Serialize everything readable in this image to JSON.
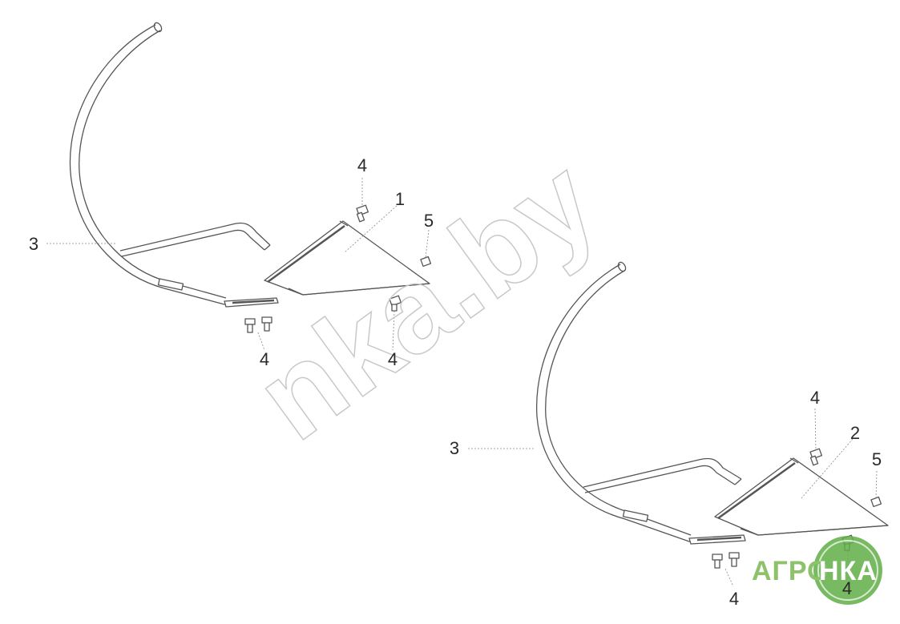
{
  "callouts": {
    "a_part1": "1",
    "a_part3": "3",
    "a_part4_top": "4",
    "a_part4_bottom_left": "4",
    "a_part4_bottom_right": "4",
    "a_part5": "5",
    "b_part2": "2",
    "b_part3": "3",
    "b_part4_top": "4",
    "b_part4_bottom_left": "4",
    "b_part4_bottom_right": "4",
    "b_part5": "5"
  },
  "watermark": {
    "text": "nka.by"
  },
  "logo": {
    "left_text": "АГРО",
    "right_text": "НКА",
    "color_left": "#8dc26a",
    "color_circle": "#5fae46"
  },
  "colors": {
    "line": "#555555",
    "leader": "#888888",
    "fill": "#ffffff",
    "watermark_stroke": "#c8c8c8"
  }
}
